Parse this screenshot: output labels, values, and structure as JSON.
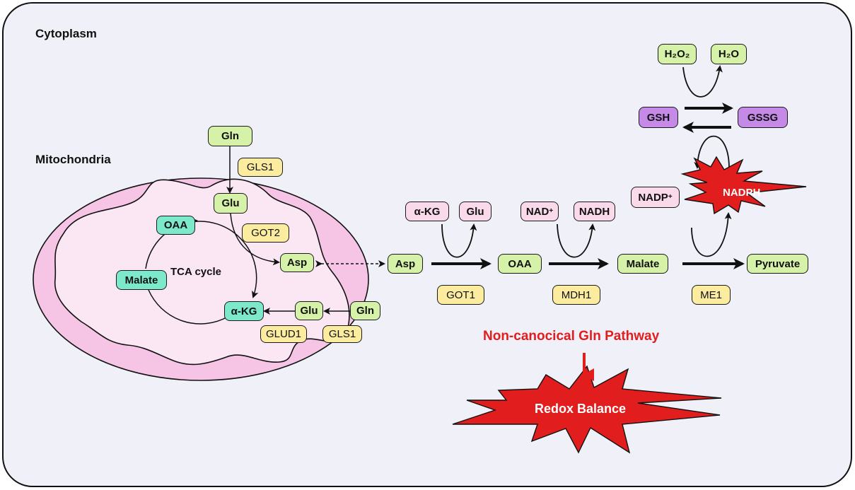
{
  "labels": {
    "cytoplasm": "Cytoplasm",
    "mitochondria": "Mitochondria",
    "tca_cycle": "TCA cycle",
    "pathway": "Non-canocical Gln Pathway",
    "redox": "Redox Balance",
    "nadph": "NADPH"
  },
  "mito": {
    "gln_top": "Gln",
    "gls1_top": "GLS1",
    "glu_top": "Glu",
    "got2": "GOT2",
    "asp": "Asp",
    "oaa": "OAA",
    "malate": "Malate",
    "akg": "α-KG",
    "glu_bottom": "Glu",
    "gln_bottom": "Gln",
    "glud1": "GLUD1",
    "gls1_bottom": "GLS1"
  },
  "cyto": {
    "asp": "Asp",
    "akg": "α-KG",
    "glu": "Glu",
    "got1": "GOT1",
    "oaa": "OAA",
    "nad": "NAD",
    "nad_sup": "+",
    "nadh": "NADH",
    "mdh1": "MDH1",
    "malate": "Malate",
    "me1": "ME1",
    "pyruvate": "Pyruvate",
    "nadp": "NADP",
    "nadp_sup": "+",
    "h2o2": "H₂O₂",
    "h2o": "H₂O",
    "gsh": "GSH",
    "gssg": "GSSG"
  },
  "colors": {
    "cell_fill": "#f0f0f8",
    "mito_outer": "#f6c4e4",
    "mito_inner": "#fbe6f4",
    "substrate_green": "#d6f2a8",
    "enzyme_yellow": "#fbeca0",
    "tca_teal": "#7ce8cc",
    "cofactor_pink": "#fadaea",
    "glutathione_purple": "#c58ae8",
    "burst_red": "#e21d1d",
    "pathway_red": "#e21d1d"
  }
}
